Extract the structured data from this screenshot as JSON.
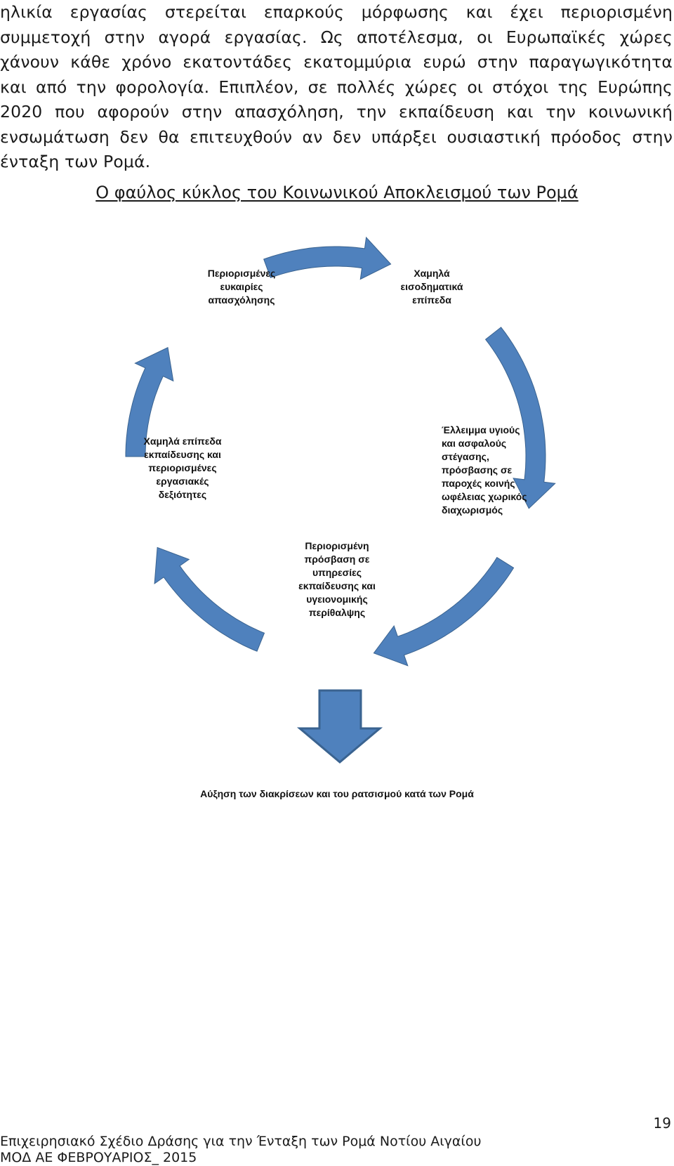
{
  "paragraph_lines": [
    "ηλικία εργασίας στερείται επαρκούς μόρφωσης και έχει περιορισμένη",
    "συμμετοχή στην αγορά εργασίας. Ως αποτέλεσμα, οι Ευρωπαϊκές χώρες",
    "χάνουν κάθε χρόνο εκατοντάδες εκατομμύρια ευρώ στην παραγωγικότητα",
    "και από την φορολογία. Επιπλέον, σε πολλές χώρες οι στόχοι της Ευρώπης",
    "2020 που αφορούν στην απασχόληση, την εκπαίδευση και την κοινωνική",
    "ενσωμάτωση δεν θα επιτευχθούν αν δεν υπάρξει ουσιαστική πρόοδος στην",
    "ένταξη των Ρομά."
  ],
  "diagram": {
    "title": "Ο φαύλος κύκλος του Κοινωνικού Αποκλεισμού των Ρομά",
    "nodes": {
      "employment": [
        "Περιορισμένες",
        "ευκαιρίες",
        "απασχόλησης"
      ],
      "income": [
        "Χαμηλά",
        "εισοδηματικά",
        "επίπεδα"
      ],
      "housing": [
        "Έλλειμμα υγιούς",
        "και ασφαλούς",
        "στέγασης,",
        "πρόσβασης σε",
        "παροχές κοινής",
        "ωφέλειας χωρικός",
        "διαχωρισμός"
      ],
      "services": [
        "Περιορισμένη",
        "πρόσβαση σε",
        "υπηρεσίες",
        "εκπαίδευσης και",
        "υγειονομικής",
        "περίθαλψης"
      ],
      "education": [
        "Χαμηλά επίπεδα",
        "εκπαίδευσης και",
        "περιορισμένες",
        "εργασιακές",
        "δεξιότητες"
      ]
    },
    "result": "Αύξηση των διακρίσεων και του ρατσισμού κατά των Ρομά",
    "arrow_color": "#4f81bd",
    "arrow_outline": "#3a6390"
  },
  "page_number": "19",
  "footer": {
    "line1": "Επιχειρησιακό Σχέδιο Δράσης για την Ένταξη των Ρομά Νοτίου Αιγαίου",
    "line2": "ΜΟΔ ΑΕ ΦΕΒΡΟΥΑΡΙΟΣ_ 2015"
  }
}
